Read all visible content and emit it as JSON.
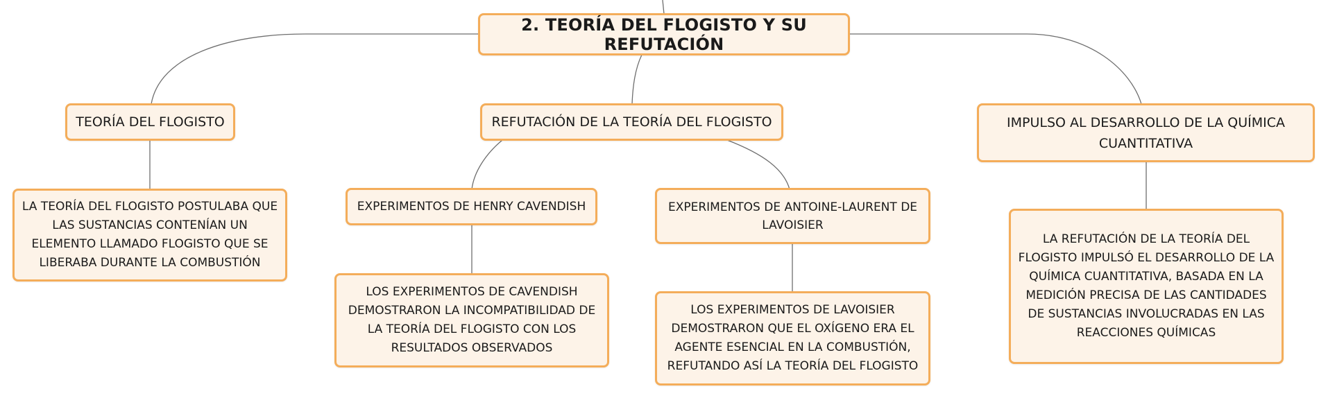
{
  "root": {
    "label": "2. TEORÍA DEL FLOGISTO Y SU REFUTACIÓN"
  },
  "branches": {
    "theory": {
      "label": "TEORÍA DEL FLOGISTO",
      "detail": "LA TEORÍA DEL FLOGISTO POSTULABA QUE LAS SUSTANCIAS CONTENÍAN UN ELEMENTO LLAMADO FLOGISTO QUE SE LIBERABA DURANTE LA COMBUSTIÓN"
    },
    "refutation": {
      "label": "REFUTACIÓN DE LA TEORÍA DEL FLOGISTO",
      "cavendish": {
        "label": "EXPERIMENTOS DE HENRY CAVENDISH",
        "detail": "LOS EXPERIMENTOS DE CAVENDISH DEMOSTRARON LA INCOMPATIBILIDAD DE LA TEORÍA DEL FLOGISTO CON LOS RESULTADOS OBSERVADOS"
      },
      "lavoisier": {
        "label": "EXPERIMENTOS DE ANTOINE-LAURENT DE LAVOISIER",
        "detail": "LOS EXPERIMENTOS DE LAVOISIER DEMOSTRARON QUE EL OXÍGENO ERA EL AGENTE ESENCIAL EN LA COMBUSTIÓN, REFUTANDO ASÍ LA TEORÍA DEL FLOGISTO"
      }
    },
    "impulse": {
      "label": "IMPULSO AL DESARROLLO DE LA QUÍMICA CUANTITATIVA",
      "detail": "LA REFUTACIÓN DE LA TEORÍA DEL FLOGISTO IMPULSÓ EL DESARROLLO DE LA QUÍMICA CUANTITATIVA, BASADA EN LA MEDICIÓN PRECISA DE LAS CANTIDADES DE SUSTANCIAS INVOLUCRADAS EN LAS REACCIONES QUÍMICAS"
    }
  },
  "colors": {
    "node_fill": "#fdf3e8",
    "node_border": "#f4ad5a",
    "connector": "#6e6e6e"
  }
}
